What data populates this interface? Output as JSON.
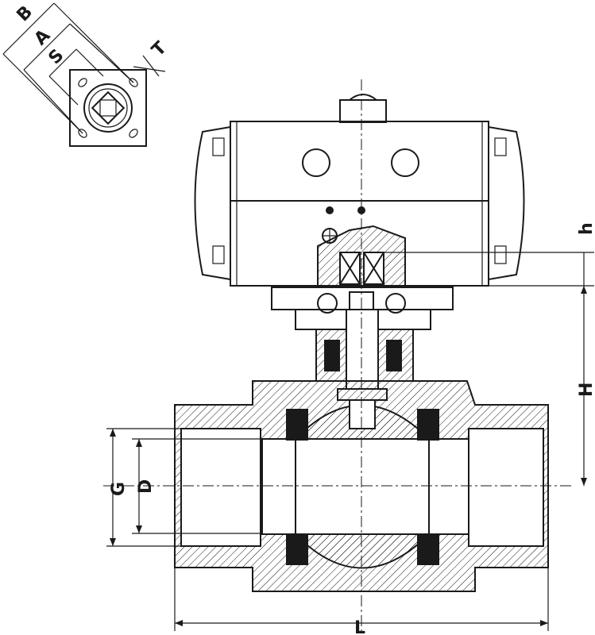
{
  "diagram": {
    "title": "Pneumatic actuated ball valve dimension drawing",
    "labels": {
      "B": "B",
      "A": "A",
      "S": "S",
      "T": "T",
      "h": "h",
      "H": "H",
      "G": "G",
      "D": "D",
      "L": "L"
    }
  }
}
